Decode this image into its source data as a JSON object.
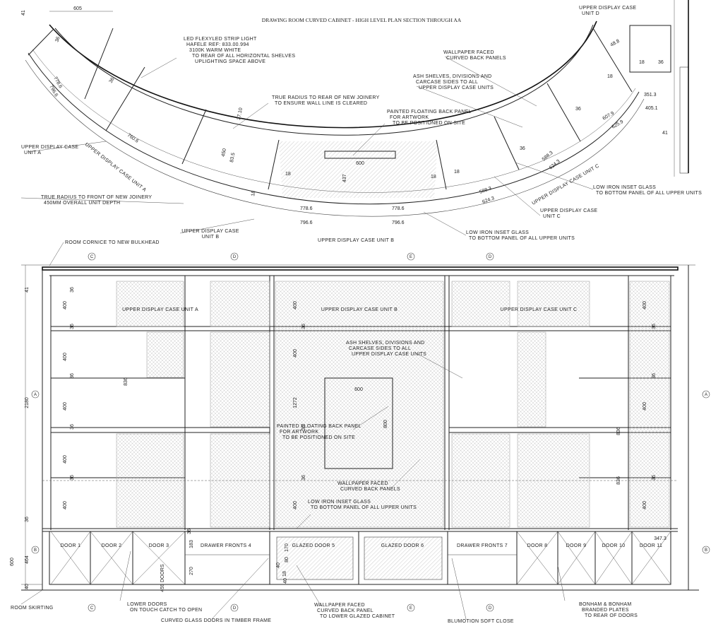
{
  "title": "DRAWING ROOM CURVED CABINET - HIGH LEVEL PLAN SECTION THROUGH AA",
  "plan": {
    "notes": [
      [
        "LED FLEXYLED STRIP LIGHT",
        "HAFELE REF: 833.00.994",
        "3100K WARM WHITE",
        "TO REAR OF ALL HORIZONTAL SHELVES",
        "UPLIGHTING SPACE ABOVE"
      ],
      [
        "TRUE RADIUS TO REAR OF NEW JOINERY",
        "TO ENSURE WALL LINE IS CLEARED"
      ],
      [
        "PAINTED FLOATING BACK PANEL",
        "FOR ARTWORK",
        "TO BE POSITIONED ON SITE"
      ],
      [
        "WALLPAPER FACED",
        "CURVED BACK PANELS"
      ],
      [
        "ASH SHELVES, DIVISIONS AND",
        "CARCASE SIDES TO ALL",
        "UPPER DISPLAY CASE UNITS"
      ],
      [
        "UPPER DISPLAY CASE",
        "UNIT A"
      ],
      [
        "TRUE RADIUS TO FRONT OF NEW JOINERY",
        "450MM OVERALL UNIT DEPTH"
      ],
      [
        "UPPER DISPLAY CASE",
        "UNIT B"
      ],
      [
        "UPPER DISPLAY CASE",
        "UNIT C"
      ],
      [
        "LOW IRON INSET GLASS",
        "TO BOTTOM PANEL OF ALL UPPER UNITS"
      ],
      [
        "LOW IRON INSET GLASS",
        "TO BOTTOM PANEL OF ALL UPPER UNITS"
      ],
      [
        "UPPER DISPLAY CASE",
        "UNIT D"
      ]
    ],
    "unit_labels": [
      "UPPER DISPLAY CASE UNIT A",
      "UPPER DISPLAY CASE UNIT B",
      "UPPER DISPLAY CASE UNIT C"
    ],
    "dims": [
      "605",
      "41",
      "36",
      "778.6",
      "796.6",
      "760.6",
      "36",
      "450",
      "83.5",
      "27.10",
      "18",
      "437",
      "600",
      "18",
      "778.6",
      "796.6",
      "778.6",
      "796.6",
      "18",
      "18",
      "588.3",
      "624.3",
      "588.3",
      "624.3",
      "36",
      "36",
      "48.8",
      "18",
      "36",
      "18",
      "351.3",
      "405.1",
      "607.9",
      "625.9",
      "41"
    ]
  },
  "elevation": {
    "notes": [
      [
        "ROOM CORNICE TO NEW BULKHEAD"
      ],
      [
        "ASH SHELVES, DIVISIONS AND",
        "CARCASE SIDES TO ALL",
        "UPPER DISPLAY CASE UNITS"
      ],
      [
        "PAINTED FLOATING BACK PANEL",
        "FOR ARTWORK",
        "TO BE POSITIONED ON SITE"
      ],
      [
        "WALLPAPER FACED",
        "CURVED BACK PANELS"
      ],
      [
        "LOW IRON INSET GLASS",
        "TO BOTTOM PANEL OF ALL UPPER UNITS"
      ],
      [
        "ROOM SKIRTING"
      ],
      [
        "LOWER DOORS",
        "ON TOUCH CATCH TO OPEN"
      ],
      [
        "CURVED GLASS DOORS IN TIMBER FRAME"
      ],
      [
        "WALLPAPER FACED",
        "CURVED BACK PANEL",
        "TO LOWER GLAZED CABINET"
      ],
      [
        "BLUMOTION SOFT CLOSE"
      ],
      [
        "BONHAM & BONHAM",
        "BRANDED PLATES",
        "TO REAR OF DOORS"
      ]
    ],
    "unit_labels": [
      "UPPER DISPLAY CASE UNIT A",
      "UPPER DISPLAY CASE UNIT B",
      "UPPER DISPLAY CASE UNIT C"
    ],
    "lower": [
      "DOOR 1",
      "DOOR 2",
      "DOOR 3",
      "DRAWER FRONTS 4",
      "GLAZED DOOR 5",
      "GLAZED DOOR 6",
      "DRAWER FRONTS 7",
      "DOOR 8",
      "DOOR 9",
      "DOOR 10",
      "DOOR 11"
    ],
    "dims_left": [
      "41",
      "2180",
      "36",
      "600",
      "464",
      "40"
    ],
    "dims_inner": [
      "36",
      "400",
      "36",
      "400",
      "36",
      "400",
      "36",
      "400",
      "36",
      "400",
      "836",
      "36",
      "400",
      "1272",
      "400",
      "36",
      "400",
      "36",
      "836",
      "400",
      "36",
      "36",
      "400",
      "836",
      "36",
      "400",
      "600",
      "800",
      "36",
      "183",
      "270",
      "459 DOORS",
      "170",
      "18",
      "347.3",
      "80",
      "40",
      "40"
    ]
  },
  "grid": {
    "top": [
      "C",
      "D",
      "E",
      "D"
    ],
    "bottom": [
      "C",
      "D",
      "E",
      "D"
    ],
    "left": [
      "A",
      "B"
    ],
    "right": [
      "A",
      "B"
    ]
  }
}
